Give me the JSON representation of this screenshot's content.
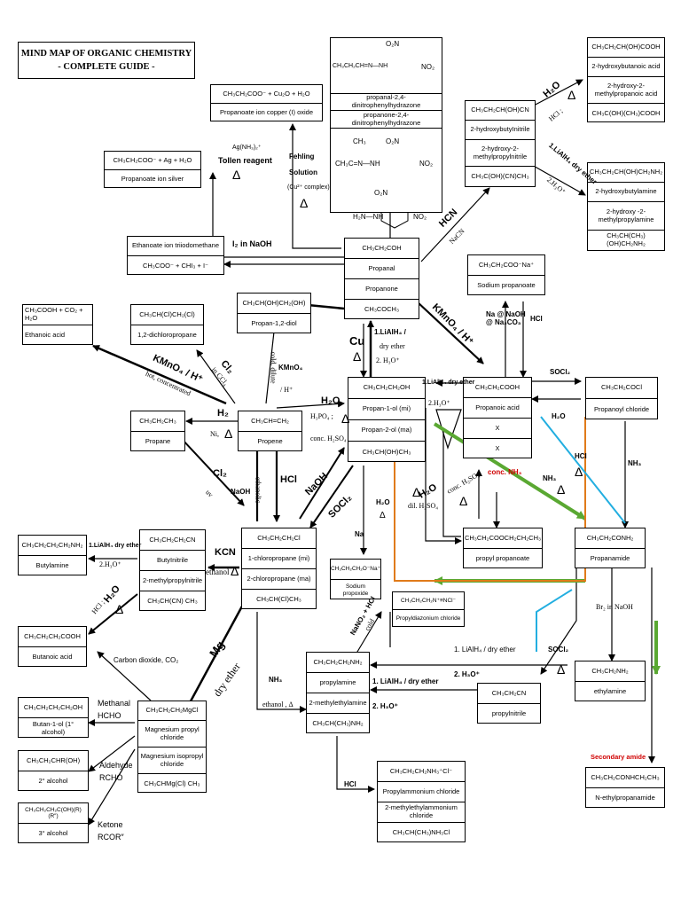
{
  "title": {
    "line1": "MIND MAP OF ORGANIC CHEMISTRY",
    "line2": "- COMPLETE GUIDE -"
  },
  "delta": "Δ",
  "boxes": {
    "fehling_products": [
      "CH₃CH₂COO⁻ + Cu₂O + H₂O",
      "Propanoate ion  copper (I) oxide"
    ],
    "tollen_products": [
      "CH₃CH₂COO⁻ + Ag + H₂O",
      "Propanoate ion  silver"
    ],
    "iodoform_products": [
      "Ethanoate ion  triiodomethane",
      "CH₃COO⁻ + CHI₃ + I⁻"
    ],
    "carbonyl": [
      "CH₃CH₂COH",
      "Propanal",
      "Propanone",
      "CH₃COCH₃"
    ],
    "hydrazones": [
      "propanal-2,4-dinitrophenylhydrazone",
      "propanone-2,4-dinitrophenylhydrazone"
    ],
    "hydroxy_acids": [
      "CH₃CH₂CH(OH)COOH",
      "2-hydroxybutanoic acid",
      "2-hydroxy-2-methylpropanoic acid",
      "CH₃C(OH)(CH₃)COOH"
    ],
    "nitriles_hydroxy": [
      "CH₃CH₂CH(OH)CN",
      "2-hydroxybutyInitrile",
      "2-hydroxy-2-methylpropylnitrile",
      "CH₃C(OH)(CN)CH₃"
    ],
    "hydroxy_amines": [
      "CH₃CH₂CH(OH)CH₂NH₂",
      "2-hydroxybutylamine",
      "2-hydroxy -2-methylpropylamine",
      "CH₃CH(CH₃)(OH)CH₂NH₂"
    ],
    "sodium_propanoate": [
      "CH₃CH₂COO⁻Na⁺",
      "Sodium propanoate"
    ],
    "ethanoic_acid": [
      "CH₃COOH + CO₂ + H₂O",
      "Ethanoic acid"
    ],
    "dichloropropane": [
      "CH₃CH(Cl)CH₂(Cl)",
      "1,2-dichloropropane"
    ],
    "diol": [
      "CH₃CH(OH)CH₂(OH)",
      "Propan-1,2-diol"
    ],
    "alcohols": [
      "CH₃CH₂CH₂OH",
      "Propan-1-ol (mi)",
      "Propan-2-ol (ma)",
      "CH₃CH(OH)CH₃"
    ],
    "propanoic_acid": [
      "CH₃CH₂COOH",
      "Propanoic acid",
      "X",
      "X"
    ],
    "acyl_chloride": [
      "CH₃CH₂COCl",
      "Propanoyl chloride"
    ],
    "propane": [
      "CH₃CH₂CH₃",
      "Propane"
    ],
    "propene": [
      "CH₃CH=CH₂",
      "Propene"
    ],
    "chloropropanes": [
      "CH₃CH₂CH₂Cl",
      "1-chloropropane (mi)",
      "2-chloropropane (ma)",
      "CH₃CH(Cl)CH₃"
    ],
    "butylamine": [
      "CH₃CH₂CH₂CH₂NH₂",
      "Butylamine"
    ],
    "nitrile_c4": [
      "CH₃CH₂CH₂CN",
      "ButyInitrile",
      "2-methylpropylnitrile",
      "CH₃CH(CN) CH₃"
    ],
    "sodium_propoxide": [
      "CH₃CH₂CH₂O⁻Na⁺",
      "Sodium propoxide"
    ],
    "ester": [
      "CH₃CH₂COOCH₂CH₂CH₃",
      "propyl propanoate"
    ],
    "diazonium": [
      "CH₃CH₂CH₂N⁺≡NCl⁻",
      "Propyldiazonium chloride"
    ],
    "amide": [
      "CH₃CH₂CONH₂",
      "Propanamide"
    ],
    "butanoic_acid": [
      "CH₃CH₂CH₂COOH",
      "Butanoic acid"
    ],
    "propylamines": [
      "CH₃CH₂CH₂NH₂",
      "propylamine",
      "2-methylethylamine",
      "CH₃CH(CH₃)NH₂"
    ],
    "propylnitrile": [
      "CH₃CH₂CN",
      "propylnitrile"
    ],
    "ethylamine": [
      "CH₃CH₂NH₂",
      "ethylamine"
    ],
    "butanol": [
      "CH₃CH₂CH₂CH₂OH",
      "Butan-1-ol (1° alcohol)"
    ],
    "sec_alcohol": [
      "CH₃CH₂CHR(OH)",
      "2° alcohol"
    ],
    "tert_alcohol": [
      "CH₃CH₂CH₂C(OH)(R)(R″)",
      "3° alcohol"
    ],
    "grignard": [
      "CH₃CH₂CH₂MgCl",
      "Magnesium propyl chloride",
      "Magnesium isopropyl chloride",
      "CH₃CHMg(Cl) CH₃"
    ],
    "ammonium": [
      "CH₃CH₂CH₂NH₃⁺Cl⁻",
      "Propylammonium chloride",
      "2-methylethylammonium chloride",
      "CH₃CH(CH₃)NH₃Cl"
    ],
    "sec_amide": [
      "CH₃CH₂CONHCH₂CH₃",
      "N-ethylpropanamide"
    ]
  },
  "labels": {
    "tollen_reagent_formula": "Ag(NH₃)₂⁺",
    "tollen_reagent": "Tollen reagent",
    "fehling1": "Fehling",
    "fehling2": "Solution",
    "fehling3": "(Cu²⁺ complex)",
    "iodine": "I₂ in NaOH",
    "hcn": "HCN",
    "nacn": "NaCN",
    "h2o_top": "H₂O",
    "hcl_top": "HCl ;",
    "lialh4_top": "1.LiAlH₄ dry ether",
    "h3o_top": "2.H₃O⁺",
    "kmno4_h": "KMnO₄ / H⁺",
    "na_conditions": "Na @ NaOH @ Na₂CO₃",
    "hcl_na": "HCl",
    "cu": "Cu",
    "lialh4_left1": "1.LiAlH₄ /",
    "lialh4_left2": "dry ether",
    "lialh4_left3": "2. H₃O⁺",
    "lialh4_mid": "1.LiAlH₄ dry ether",
    "h3o_mid": "2.H₃O⁺",
    "socl2_top": "SOCl₂",
    "h2o_acyl": "H₂O",
    "hcl_acyl": "HCl",
    "nh3_acyl": "NH₃",
    "conc_nh3": "conc. NH₃",
    "nh3_amide": "NH₃",
    "kmno4_hot1": "KMnO₄ / H⁺",
    "kmno4_hot2": "hot, concentrated",
    "cl2_ccl4_1": "Cl₂",
    "cl2_ccl4_2": "in CCl₄",
    "kmno4_cold1": "KMnO₄",
    "kmno4_cold2": "/ H⁺",
    "kmno4_cold3": "cold, dilute",
    "h2o_hydration": "H₂O",
    "h3po4": "H₃PO₄ ;",
    "conc_h2so4": "conc. H₂SO₄",
    "h2_label": "H₂",
    "ni": "Ni,",
    "cl2_uv1": "Cl₂",
    "cl2_uv2": "uv",
    "naoh_eth1": "NaOH",
    "naoh_eth2": "ethanolic",
    "hcl_prop": "HCl",
    "naoh_sub": "NaOH",
    "socl2_sub": "SOCl₂",
    "h2o_ester": "H₂O",
    "conc_h2so4_ester": "conc. H₂SO₄",
    "h2o_dil": "H₂O",
    "dil_h2so4": "dil. H₂SO₄",
    "h2o_small": "H₂O",
    "na_label": "Na",
    "kcn": "KCN",
    "ethanol_kcn": "ethanol",
    "lialh4_c4a": "1.LiAlH₄ dry ether",
    "lialh4_c4b": "2.H₃O⁺",
    "h2o_c4": "H₂O",
    "hcl_c4": "HCl ;",
    "nano2": "NaNO₂ + HCl",
    "cold": "cold",
    "br2_naoh": "Br₂ in NaOH",
    "co2": "Carbon dioxide, CO₂",
    "mg": "Mg",
    "dry_ether": "dry ether",
    "nh3_amine": "NH₃",
    "ethanol_nh3": "ethanol , Δ",
    "lialh4_amine_a": "1. LiAlH₄ / dry ether",
    "lialh4_amine_b": "2. H₃O⁺",
    "lialh4_amide_a": "1. LiAlH₄ / dry ether",
    "lialh4_amide_b": "2. H₃O⁺",
    "socl2_amide": "SOCl₂",
    "methanal1": "Methanal",
    "methanal2": "HCHO",
    "aldehyde1": "Aldehyde",
    "aldehyde2": "RCHO",
    "ketone1": "Ketone",
    "ketone2": "RCOR″",
    "hcl_ammonium": "HCl",
    "secondary_amide": "Secondary amide"
  },
  "structures": {
    "dnp_top": [
      "O₂N",
      "CH₃CH₂CH=N—NH",
      "NO₂"
    ],
    "dnp_mid": [
      "CH₃",
      "CH₃C=N—NH",
      "O₂N",
      "NO₂"
    ],
    "dnp_reagent": [
      "O₂N",
      "H₂N—NH",
      "NO₂"
    ]
  },
  "colors": {
    "green_arrow": "#5aa832",
    "orange_arrow": "#e07b1a",
    "blue_arrow": "#22aee0",
    "secondary_amide": "#d00000"
  }
}
